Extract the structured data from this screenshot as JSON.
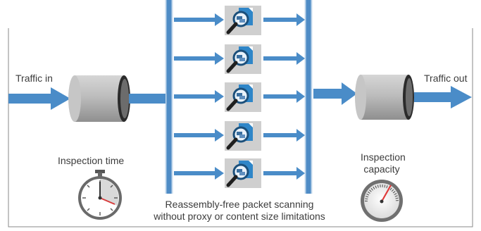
{
  "labels": {
    "traffic_in": "Traffic in",
    "traffic_out": "Traffic out",
    "inspection_time": "Inspection time",
    "inspection_capacity_line1": "Inspection",
    "inspection_capacity_line2": "capacity",
    "caption_line1": "Reassembly-free packet scanning",
    "caption_line2": "without proxy or content size limitations"
  },
  "icons": {
    "stream_arrow": "blue-arrow-icon",
    "pipe": "gray-cylinder-icon",
    "bus": "blue-bus-bar",
    "inspector": "magnifier-document-icon",
    "stopwatch": "stopwatch-icon",
    "gauge": "speedometer-gauge-icon"
  },
  "colors": {
    "arrow_blue": "#4a8cc8",
    "bus_blue": "#4f8cc6",
    "cylinder_gray": "#b8b8b8",
    "text": "#3c3c3c",
    "gauge_needle": "#e03a3a"
  },
  "parallel_stream_count": 5
}
